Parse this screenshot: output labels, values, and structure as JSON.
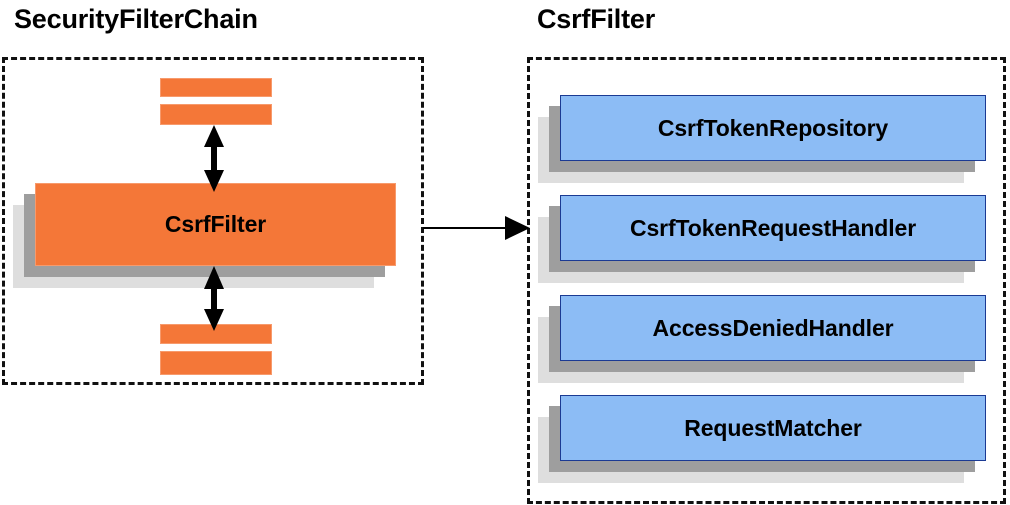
{
  "diagram": {
    "title_left": "SecurityFilterChain",
    "title_right": "CsrfFilter",
    "colors": {
      "orange_fill": "#f47738",
      "orange_border": "#f79a6c",
      "blue_fill": "#8cbcf5",
      "blue_border": "#1b3a93",
      "shadow_light": "#dedede",
      "shadow_dark": "#9e9e9e",
      "line": "#000000",
      "panel_border": "#111111",
      "background": "#ffffff"
    },
    "left_panel": {
      "name": "SecurityFilterChain",
      "main_box": {
        "label": "CsrfFilter"
      },
      "upper_bars": [
        {
          "label": ""
        },
        {
          "label": ""
        }
      ],
      "lower_bars": [
        {
          "label": ""
        },
        {
          "label": ""
        }
      ],
      "connectors": [
        {
          "from": "upper-filter-stack",
          "to": "CsrfFilter",
          "style": "double-arrow-vertical"
        },
        {
          "from": "CsrfFilter",
          "to": "lower-filter-stack",
          "style": "double-arrow-vertical"
        }
      ]
    },
    "right_panel": {
      "name": "CsrfFilter",
      "components": [
        {
          "label": "CsrfTokenRepository"
        },
        {
          "label": "CsrfTokenRequestHandler"
        },
        {
          "label": "AccessDeniedHandler"
        },
        {
          "label": "RequestMatcher"
        }
      ]
    },
    "cross_panel_connector": {
      "from": "CsrfFilter",
      "to": "CsrfFilter collaborators",
      "style": "single-arrow-right"
    }
  }
}
